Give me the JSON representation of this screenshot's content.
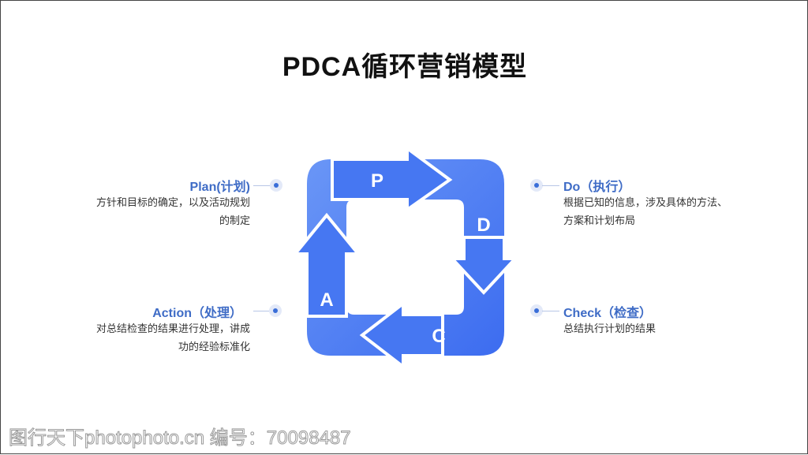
{
  "title": "PDCA循环营销模型",
  "cycle": {
    "p": "P",
    "d": "D",
    "c": "C",
    "a": "A"
  },
  "plan": {
    "heading": "Plan(计划)",
    "lines": [
      "方针和目标的确定，以及活动规划",
      "的制定"
    ]
  },
  "do": {
    "heading": "Do（执行）",
    "lines": [
      "根据已知的信息，涉及具体的方法、",
      "方案和计划布局"
    ]
  },
  "action": {
    "heading": "Action（处理）",
    "lines": [
      "对总结检查的结果进行处理，讲成",
      "功的经验标准化"
    ]
  },
  "check": {
    "heading": "Check（检查）",
    "lines": [
      "总结执行计划的结果"
    ]
  },
  "watermark": "图行天下photophoto.cn 编号：70098487",
  "colors": {
    "accent": "#3a6ed8",
    "shape": "#4a7cf0"
  }
}
